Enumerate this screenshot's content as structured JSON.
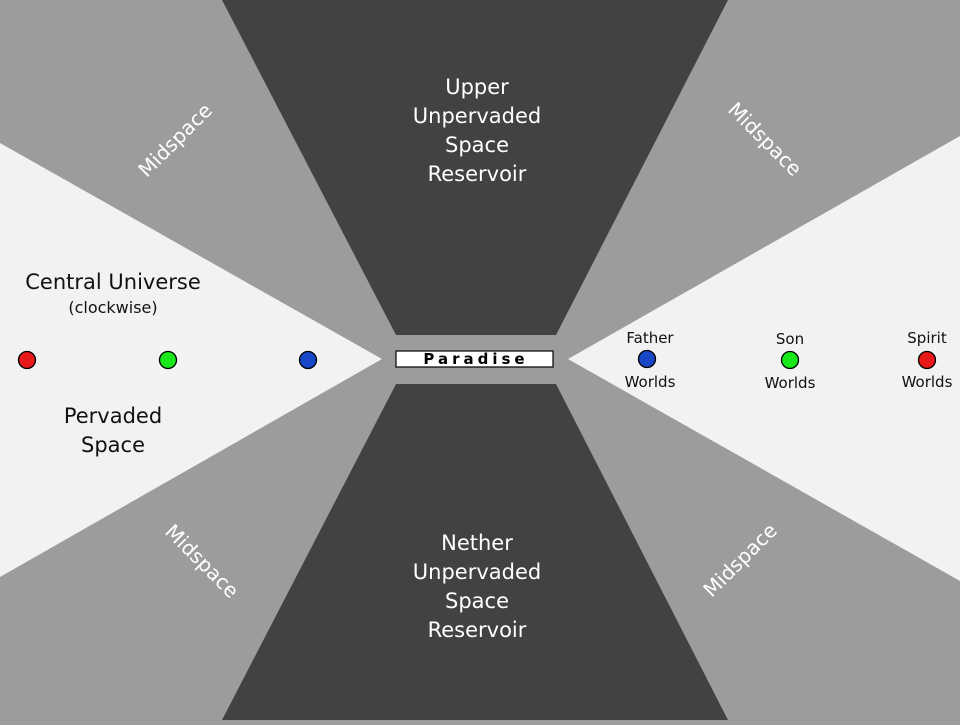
{
  "labels": {
    "upper_reservoir": [
      "Upper",
      "Unpervaded",
      "Space",
      "Reservoir"
    ],
    "nether_reservoir": [
      "Nether",
      "Unpervaded",
      "Space",
      "Reservoir"
    ],
    "midspace": "Midspace",
    "central_universe": "Central Universe",
    "central_universe_note": "(clockwise)",
    "pervaded_space": [
      "Pervaded",
      "Space"
    ],
    "paradise": "Paradise",
    "worlds": [
      {
        "top": "Father",
        "bottom": "Worlds",
        "color": "#1848c8"
      },
      {
        "top": "Son",
        "bottom": "Worlds",
        "color": "#18e818"
      },
      {
        "top": "Spirit",
        "bottom": "Worlds",
        "color": "#e81818"
      }
    ],
    "central_dots": [
      "#e81818",
      "#18e818",
      "#1848c8"
    ]
  },
  "colors": {
    "midspace": "#9c9c9c",
    "reservoir": "#424242",
    "pervaded": "#f2f2f2",
    "paradise_fill": "#ffffff"
  }
}
